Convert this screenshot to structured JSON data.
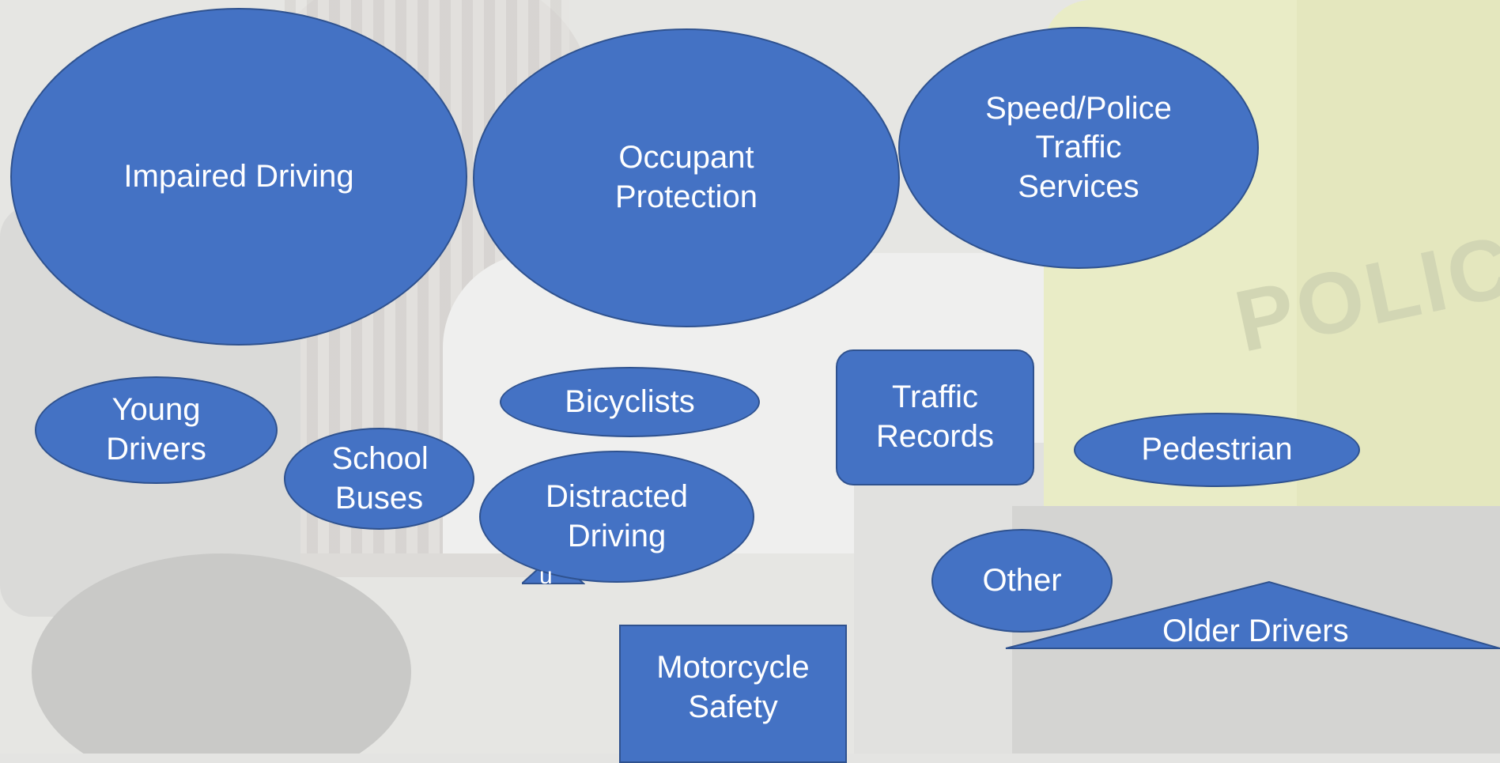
{
  "colors": {
    "shape_fill": "#4472c4",
    "shape_border": "#2f528f",
    "text": "#ffffff",
    "background": "#e4e4e2"
  },
  "background_image": {
    "icon": "police-officer-car-photo",
    "badge_text": "POLICE"
  },
  "topics": {
    "impaired_driving": "Impaired Driving",
    "occupant_protection": "Occupant Protection",
    "speed_police": "Speed/Police Traffic Services",
    "young_drivers": "Young Drivers",
    "school_buses": "School Buses",
    "bicyclists": "Bicyclists",
    "distracted_driving": "Distracted Driving",
    "hidden_fragment": "u",
    "traffic_records": "Traffic Records",
    "pedestrian": "Pedestrian",
    "other": "Other",
    "older_drivers": "Older Drivers",
    "motorcycle_safety": "Motorcycle Safety"
  }
}
